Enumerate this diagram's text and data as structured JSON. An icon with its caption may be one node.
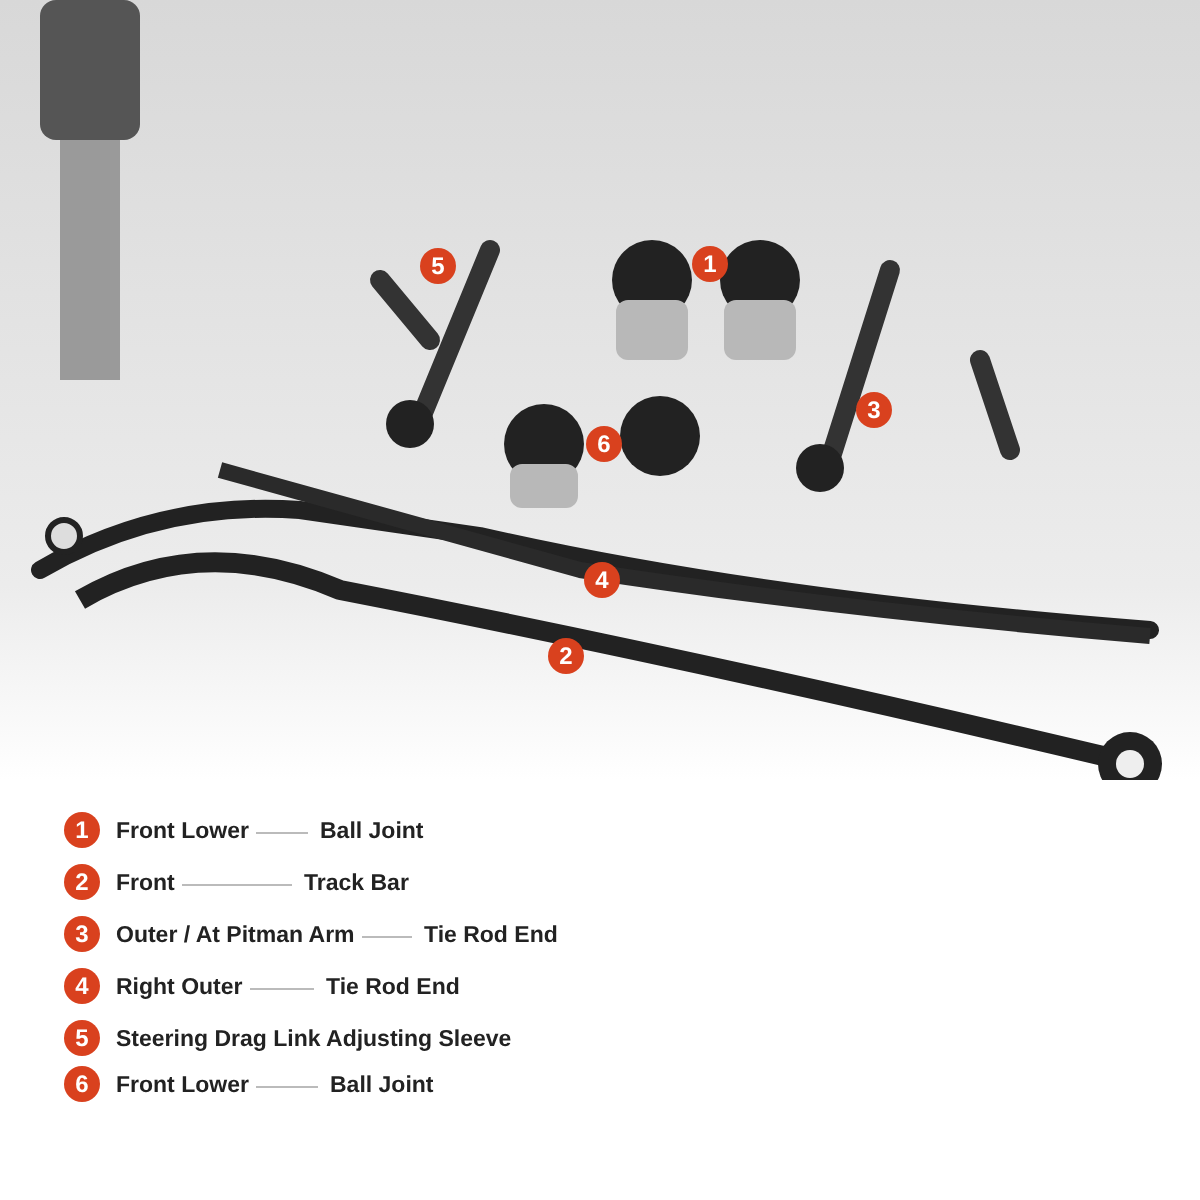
{
  "diagram": {
    "labels": [
      "5",
      "1",
      "3",
      "6",
      "4",
      "2",
      "1",
      "Front Lower",
      "Ball Joint",
      "2",
      "Front",
      "Track Bar",
      "3",
      "Outer / At Pitman Arm",
      "Tie Rod End",
      "4",
      "Right Outer",
      "Tie Rod End",
      "5",
      "Steering Drag Link Adjusting Sleeve",
      "6",
      "Front Lower",
      "Ball Joint"
    ]
  }
}
